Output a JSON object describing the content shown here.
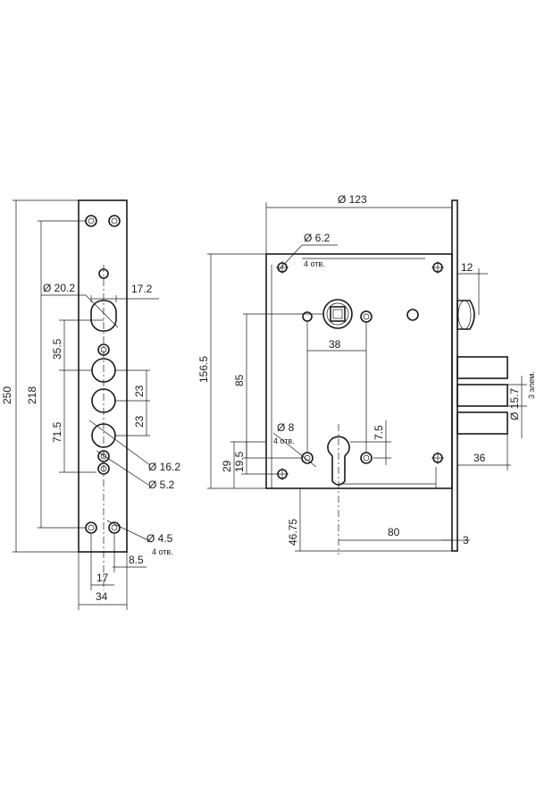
{
  "labels": {
    "total_height": "250",
    "hole_span": "218",
    "dia_202": "Ø 20.2",
    "w_172": "17.2",
    "d_355": "35.5",
    "d_715": "71.5",
    "d_23a": "23",
    "d_23b": "23",
    "dia_162": "Ø 16.2",
    "dia_52": "Ø 5.2",
    "dia_45": "Ø 4.5",
    "holes_4a": "4 отв.",
    "w_85": "8.5",
    "w_17": "17",
    "w_34": "34",
    "dia_123": "Ø 123",
    "dia_62": "Ø 6.2",
    "holes_4b": "4 отв.",
    "w_12": "12",
    "h_1565": "156.5",
    "h_85": "85",
    "w_38": "38",
    "dia_8": "Ø 8",
    "holes_4c": "4 отв.",
    "h_75": "7.5",
    "h_195": "19.5",
    "h_29": "29",
    "dia_157": "Ø 15.7",
    "elems": "3 элем.",
    "w_36": "36",
    "h_4675": "46.75",
    "w_80": "80",
    "w_3": "3"
  }
}
